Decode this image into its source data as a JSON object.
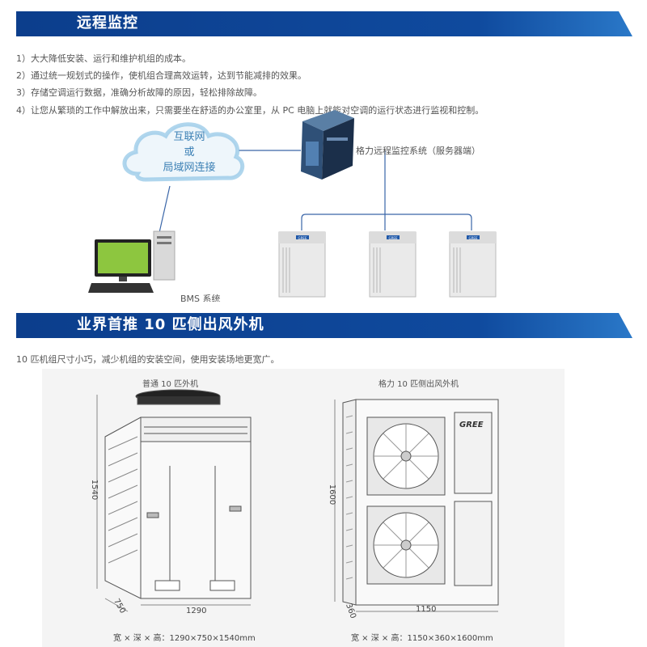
{
  "section1": {
    "title": "远程监控",
    "bullets": [
      "1）大大降低安装、运行和维护机组的成本。",
      "2）通过统一规划式的操作，使机组合理高效运转，达到节能减排的效果。",
      "3）存储空调运行数据，准确分析故障的原因，轻松排除故障。",
      "4）让您从繁琐的工作中解放出来，只需要坐在舒适的办公室里，从 PC 电脑上就能对空调的运行状态进行监视和控制。"
    ],
    "diagram": {
      "cloud_line1": "互联网",
      "cloud_line2": "或",
      "cloud_line3": "局域网连接",
      "server_label": "格力远程监控系统（服务器端）",
      "pc_label": "BMS 系统",
      "unit_brand": "GREE"
    }
  },
  "section2": {
    "title": "业界首推 10 匹侧出风外机",
    "description": "10 匹机组尺寸小巧，减少机组的安装空间，使用安装场地更宽广。",
    "left": {
      "title": "普通 10 匹外机",
      "height": "1540",
      "depth": "750",
      "width": "1290",
      "caption": "宽 × 深 × 高：1290×750×1540mm"
    },
    "right": {
      "title": "格力 10 匹侧出风外机",
      "brand": "GREE",
      "height": "1600",
      "depth": "360",
      "width": "1150",
      "caption": "宽 × 深 × 高：1150×360×1600mm"
    }
  },
  "colors": {
    "banner_dark": "#0c3e8c",
    "banner_light": "#2a78c8",
    "accent_text": "#3a7fb4",
    "line": "#3a66a8"
  }
}
